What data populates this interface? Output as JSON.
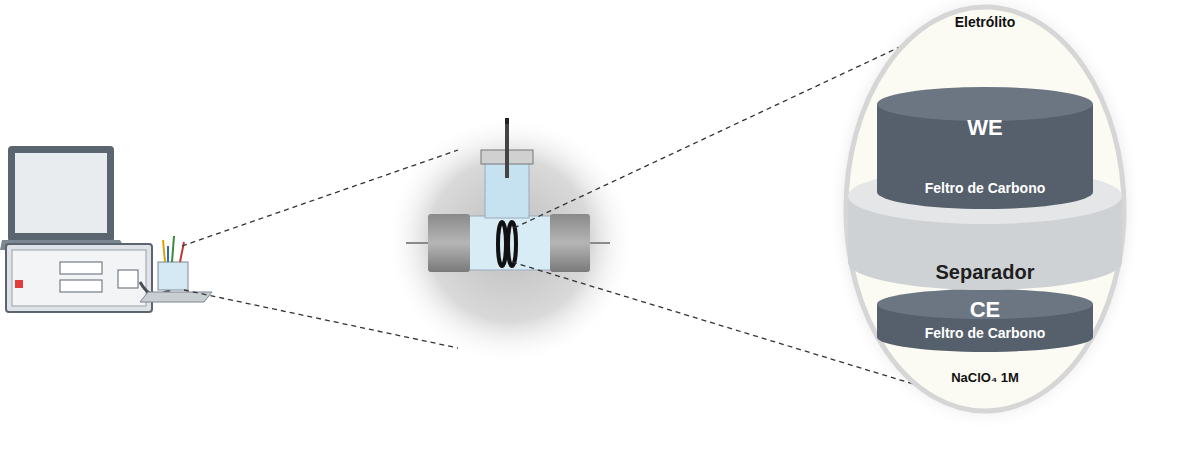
{
  "diagram": {
    "nodes": [
      {
        "text": [
          "Eletrólito",
          "NaClO₄ 1M"
        ]
      },
      {
        "text": [
          "WE",
          "Feltro de Carbono"
        ],
        "in": 0
      },
      {
        "text": [
          "Separador"
        ],
        "in": 0
      },
      {
        "text": [
          "CE",
          "Feltro de Carbono"
        ],
        "in": 0
      }
    ]
  }
}
